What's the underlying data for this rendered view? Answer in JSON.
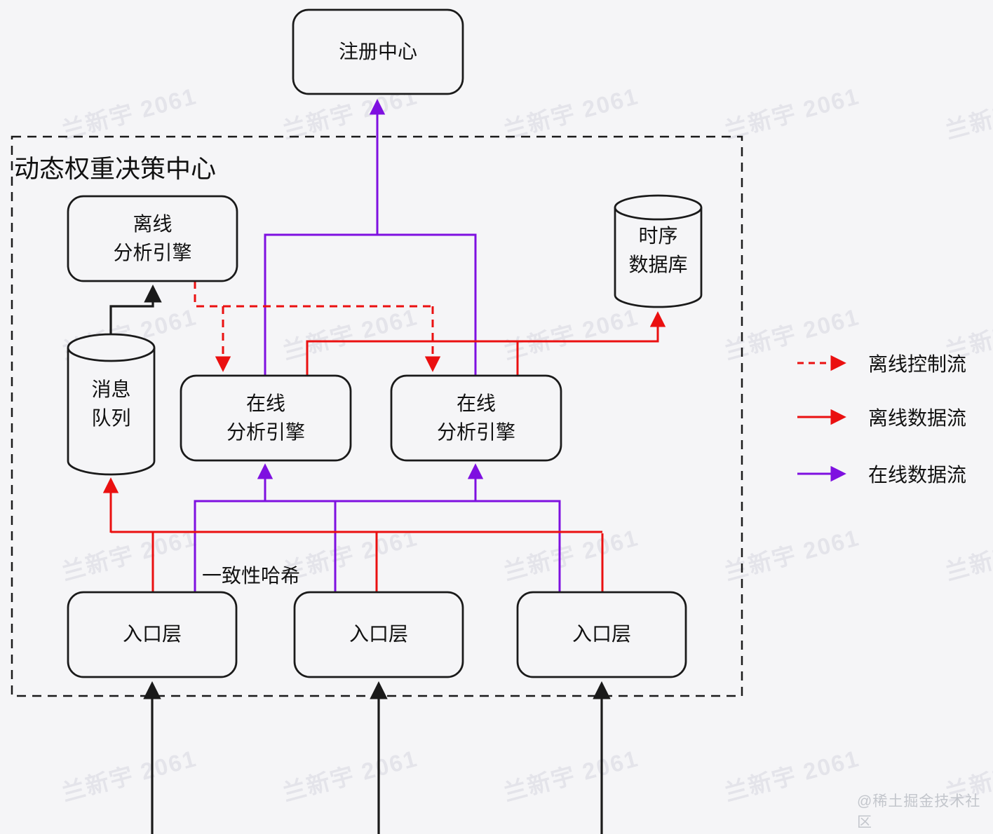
{
  "container": {
    "title": "动态权重决策中心"
  },
  "nodes": {
    "registry": {
      "label": "注册中心"
    },
    "offline_engine": {
      "line1": "离线",
      "line2": "分析引擎"
    },
    "tsdb": {
      "line1": "时序",
      "line2": "数据库"
    },
    "mq": {
      "line1": "消息",
      "line2": "队列"
    },
    "online_engine_1": {
      "line1": "在线",
      "line2": "分析引擎"
    },
    "online_engine_2": {
      "line1": "在线",
      "line2": "分析引擎"
    },
    "entry_1": {
      "label": "入口层"
    },
    "entry_2": {
      "label": "入口层"
    },
    "entry_3": {
      "label": "入口层"
    }
  },
  "annotations": {
    "consistent_hash": "一致性哈希"
  },
  "legend": {
    "items": [
      {
        "label": "离线控制流",
        "style": "dashed",
        "color": "#ea1010"
      },
      {
        "label": "离线数据流",
        "style": "solid",
        "color": "#ea1010"
      },
      {
        "label": "在线数据流",
        "style": "solid",
        "color": "#7e10e0"
      }
    ]
  },
  "watermark": {
    "text": "兰新宇 2061",
    "credit": "@稀土掘金技术社区"
  },
  "colors": {
    "offline_flow": "#ea1010",
    "online_flow": "#7e10e0",
    "line_black": "#1a1a1a",
    "background": "#f5f5f7"
  }
}
